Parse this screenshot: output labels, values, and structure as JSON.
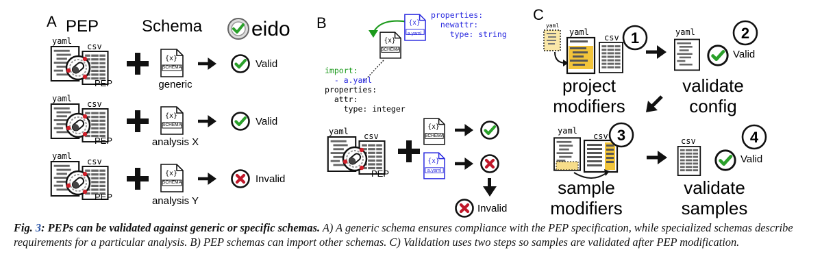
{
  "panel_a": {
    "letter": "A",
    "pep_label": "PEP",
    "schema_label": "Schema",
    "brand": "eido",
    "rows": [
      {
        "file_yaml": "yaml",
        "file_csv": "csv",
        "pep_tag": "PEP",
        "schema_name": "generic",
        "schema_doc": "SCHEMA",
        "result": "Valid",
        "status": "valid"
      },
      {
        "file_yaml": "yaml",
        "file_csv": "csv",
        "pep_tag": "PEP",
        "schema_name": "analysis X",
        "schema_doc": "SCHEMA",
        "result": "Valid",
        "status": "valid"
      },
      {
        "file_yaml": "yaml",
        "file_csv": "csv",
        "pep_tag": "PEP",
        "schema_name": "analysis Y",
        "schema_doc": "SCHEMA",
        "result": "Invalid",
        "status": "invalid"
      }
    ]
  },
  "panel_b": {
    "letter": "B",
    "blue_doc": "a.yaml",
    "black_doc": "SCHEMA",
    "blue_code": [
      "properties:",
      "  newattr:",
      "    type: string"
    ],
    "import_kw": "import:",
    "import_item": "  - a.yaml",
    "base_code": [
      "properties:",
      "  attr:",
      "    type: integer"
    ],
    "pep": {
      "file_yaml": "yaml",
      "file_csv": "csv",
      "pep_tag": "PEP"
    },
    "schema1_doc": "SCHEMA",
    "schema2_doc": "a.yaml",
    "result": "Invalid"
  },
  "panel_c": {
    "letter": "C",
    "yaml_small": "yaml",
    "step1": {
      "num": "1",
      "yaml": "yaml",
      "csv": "csv",
      "label_line1": "project",
      "label_line2": "modifiers"
    },
    "step2": {
      "num": "2",
      "yaml": "yaml",
      "result": "Valid",
      "label_line1": "validate",
      "label_line2": "config"
    },
    "step3": {
      "num": "3",
      "yaml": "yaml",
      "csv": "csv",
      "label_line1": "sample",
      "label_line2": "modifiers"
    },
    "step4": {
      "num": "4",
      "csv": "csv",
      "result": "Valid",
      "label_line1": "validate",
      "label_line2": "samples"
    }
  },
  "caption": {
    "fig_prefix": "Fig.",
    "fig_number": "3",
    "title": ": PEPs can be validated against generic or specific schemas.",
    "body": " A) A generic schema ensures compliance with the PEP specification, while specialized schemas describe requirements for a particular analysis.  B) PEP schemas can import other schemas.  C) Validation uses two steps so samples are validated after PEP modification."
  },
  "colors": {
    "valid": "#2aa02a",
    "invalid": "#c0182a",
    "blue": "#2a2adf",
    "green_code": "#1c9a1c",
    "highlight": "#f2c43a"
  }
}
